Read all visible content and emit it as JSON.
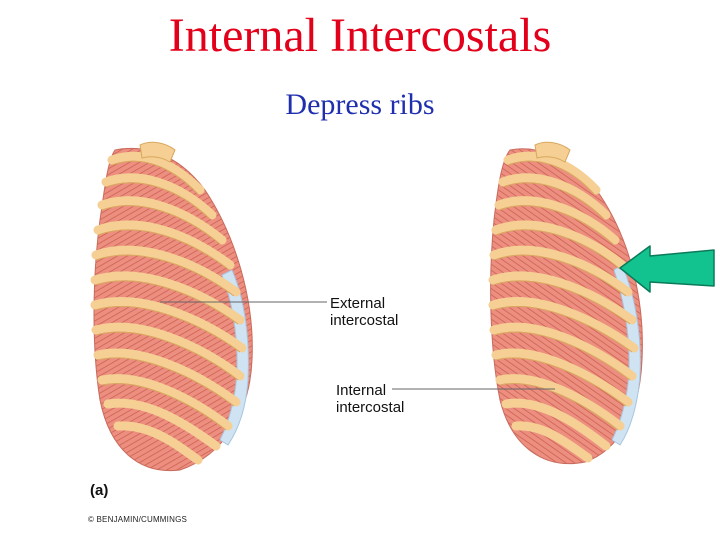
{
  "slide": {
    "title": "Internal Intercostals",
    "subtitle": "Depress ribs"
  },
  "labels": {
    "external_line1": "External",
    "external_line2": "intercostal",
    "internal_line1": "Internal",
    "internal_line2": "intercostal"
  },
  "figure": {
    "panel_letter": "(a)",
    "copyright": "© BENJAMIN/CUMMINGS"
  },
  "colors": {
    "title": "#e3001b",
    "subtitle": "#1f2fae",
    "rib": "#f5cf93",
    "rib_outline": "#d9a85e",
    "muscle": "#e88878",
    "muscle_fiber": "#c95a4c",
    "cartilage": "#cfe3f3",
    "arrow": "#12c28f"
  },
  "icons": {
    "pointer": "green-arrow-icon"
  }
}
